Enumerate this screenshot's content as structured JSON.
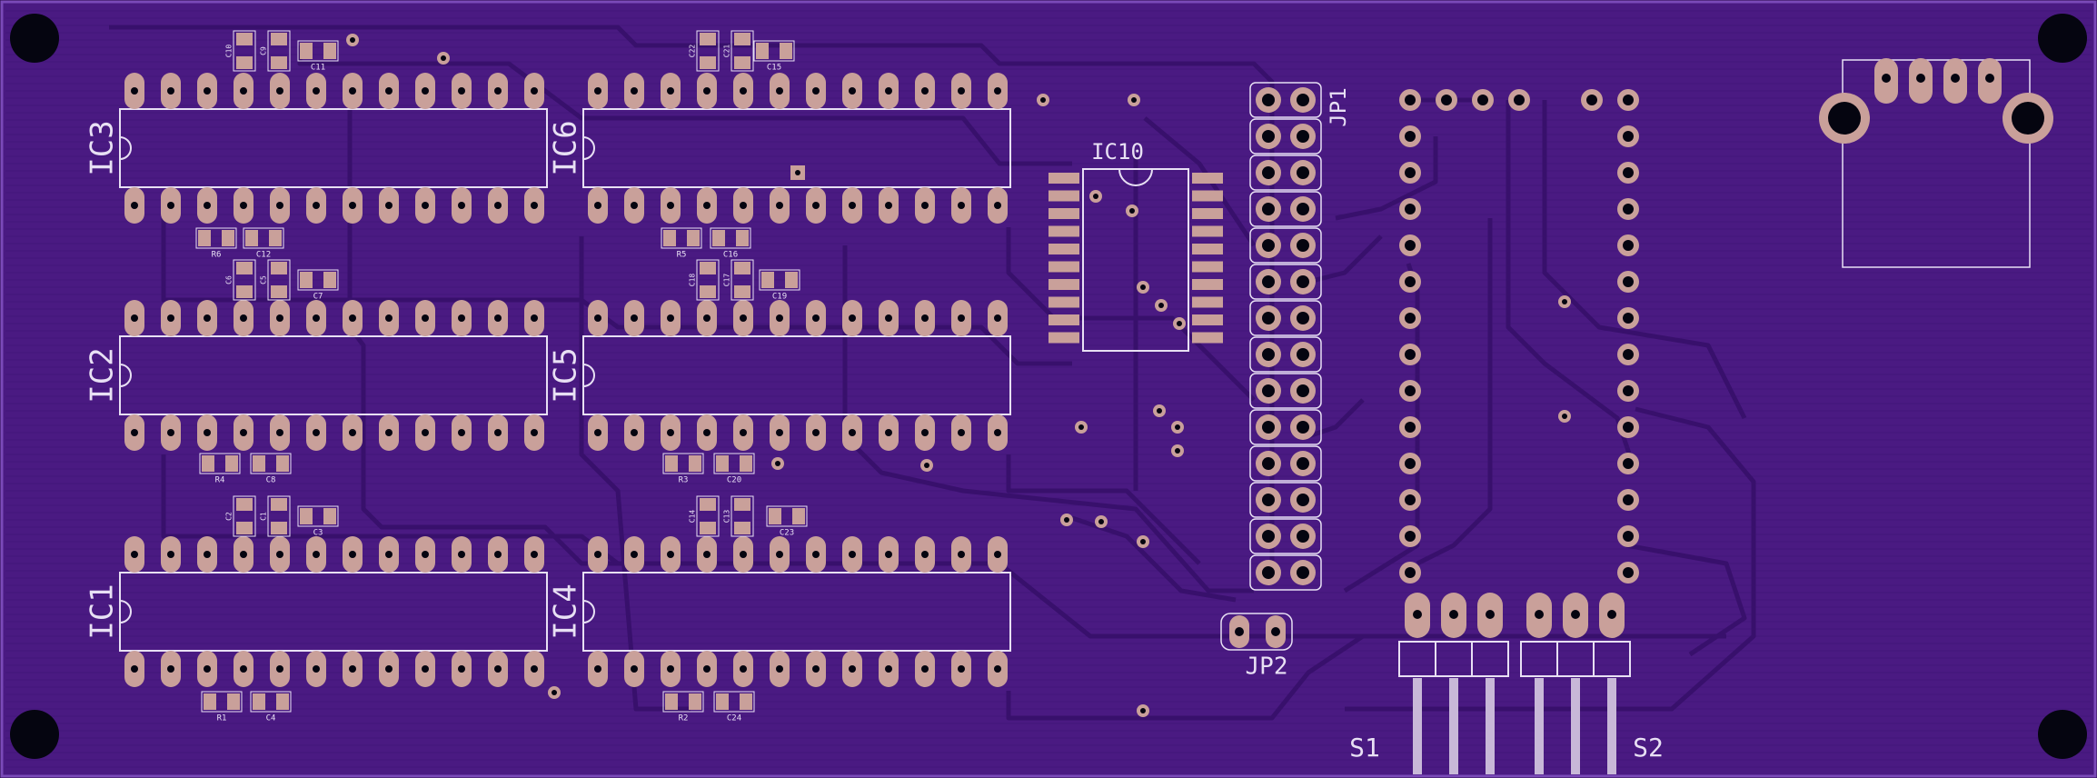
{
  "colors": {
    "board": "#4a1a82",
    "board_edge": "#7a4ab8",
    "trace": "#3a1070",
    "pad": "#c9a09a",
    "silk": "#e8e0f4",
    "hole": "#050510"
  },
  "ics": [
    {
      "ref": "IC3"
    },
    {
      "ref": "IC6"
    },
    {
      "ref": "IC2"
    },
    {
      "ref": "IC5"
    },
    {
      "ref": "IC1"
    },
    {
      "ref": "IC4"
    }
  ],
  "ic10": {
    "ref": "IC10"
  },
  "headers": {
    "jp1": "JP1",
    "jp2": "JP2"
  },
  "switches": {
    "s1": "S1",
    "s2": "S2"
  },
  "passives": [
    {
      "ref": "C10"
    },
    {
      "ref": "C9"
    },
    {
      "ref": "C11"
    },
    {
      "ref": "R6"
    },
    {
      "ref": "C12"
    },
    {
      "ref": "C6"
    },
    {
      "ref": "C5"
    },
    {
      "ref": "C7"
    },
    {
      "ref": "R4"
    },
    {
      "ref": "C8"
    },
    {
      "ref": "C2"
    },
    {
      "ref": "C1"
    },
    {
      "ref": "C3"
    },
    {
      "ref": "R1"
    },
    {
      "ref": "C4"
    },
    {
      "ref": "C22"
    },
    {
      "ref": "C21"
    },
    {
      "ref": "C15"
    },
    {
      "ref": "R5"
    },
    {
      "ref": "C16"
    },
    {
      "ref": "C18"
    },
    {
      "ref": "C17"
    },
    {
      "ref": "C19"
    },
    {
      "ref": "R3"
    },
    {
      "ref": "C20"
    },
    {
      "ref": "C14"
    },
    {
      "ref": "C13"
    },
    {
      "ref": "C23"
    },
    {
      "ref": "R2"
    },
    {
      "ref": "C24"
    }
  ]
}
